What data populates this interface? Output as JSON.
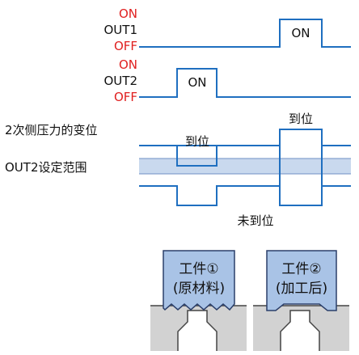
{
  "colors": {
    "wave": "#1f6fc0",
    "state_red": "#e02020",
    "text": "#111111",
    "band_fill": "#c9d9ee",
    "band_border": "#6f8fc4",
    "workpiece_fill": "#a9c3e6",
    "workpiece_border": "#2b3f6a",
    "base_fill": "#d2d2d2",
    "base_stroke": "#444444"
  },
  "out1": {
    "on": "ON",
    "name": "OUT1",
    "off": "OFF",
    "pulse_label": "ON"
  },
  "out2": {
    "on": "ON",
    "name": "OUT2",
    "off": "OFF",
    "pulse_label": "ON"
  },
  "pressure": {
    "label": "2次侧压力的变位",
    "arrived_high": "到位",
    "arrived_low": "到位",
    "not_arrived": "未到位"
  },
  "band": {
    "label": "OUT2设定范围"
  },
  "workpieces": [
    {
      "line1": "工件①",
      "line2": "(原材料)"
    },
    {
      "line1": "工件②",
      "line2": "(加工后)"
    }
  ]
}
